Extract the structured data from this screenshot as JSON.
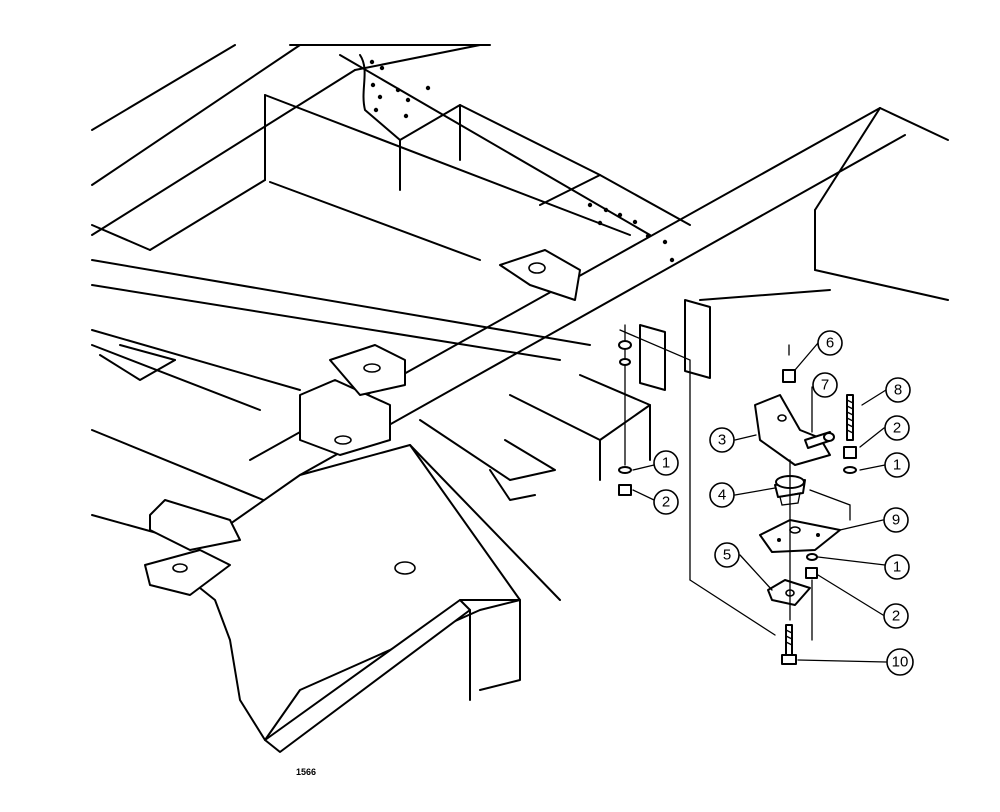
{
  "diagram": {
    "figure_number": "1566",
    "callouts": [
      {
        "label": "6"
      },
      {
        "label": "7"
      },
      {
        "label": "8"
      },
      {
        "label": "3"
      },
      {
        "label": "2"
      },
      {
        "label": "1"
      },
      {
        "label": "4"
      },
      {
        "label": "9"
      },
      {
        "label": "5"
      },
      {
        "label": "1"
      },
      {
        "label": "2"
      },
      {
        "label": "10"
      },
      {
        "label": "1"
      },
      {
        "label": "2"
      }
    ]
  }
}
